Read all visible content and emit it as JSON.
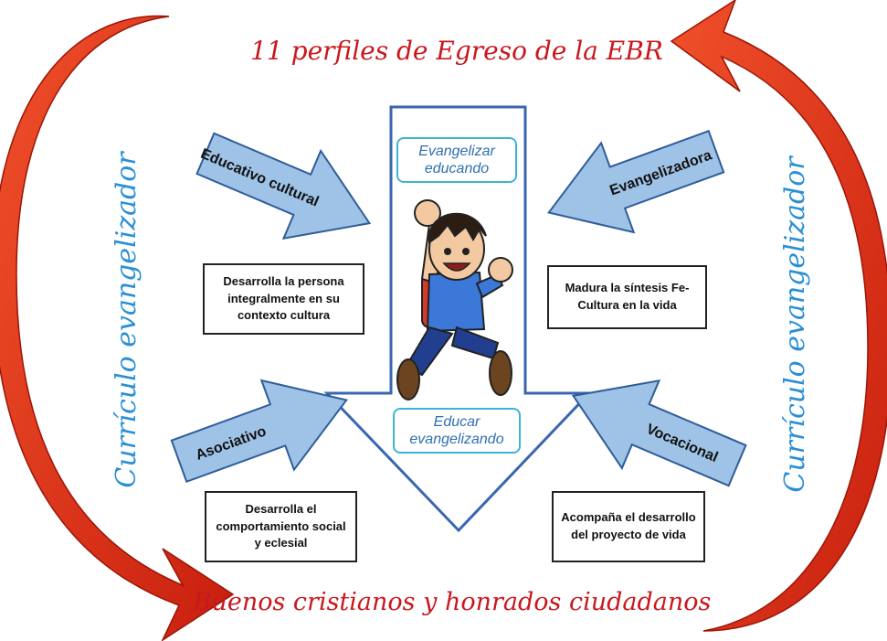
{
  "header": {
    "title": "11 perfiles de Egreso de la EBR"
  },
  "footer": {
    "title": "Buenos cristianos y honrados ciudadanos"
  },
  "side_labels": {
    "left": "Currículo evangelizador",
    "right": "Currículo evangelizador"
  },
  "center": {
    "top_box": "Evangelizar educando",
    "bottom_box": "Educar evangelizando"
  },
  "arrows": {
    "top_left": "Educativo cultural",
    "top_right": "Evangelizadora",
    "bottom_left": "Asociativo",
    "bottom_right": "Vocacional"
  },
  "boxes": {
    "top_left": "Desarrolla la persona integralmente en su contexto cultura",
    "top_right": "Madura la síntesis Fe-Cultura en la vida",
    "bottom_left": "Desarrolla el comportamiento social y eclesial",
    "bottom_right": "Acompaña el desarrollo del proyecto de vida"
  },
  "colors": {
    "cycle_arrow": "#e8361c",
    "cycle_arrow_dark": "#b01e10",
    "input_arrow_fill": "#9fc3e6",
    "input_arrow_stroke": "#2f5d9a",
    "center_arrow_stroke": "#3a66b0",
    "title_red": "#c8181e",
    "side_blue": "#2a8fd6"
  }
}
